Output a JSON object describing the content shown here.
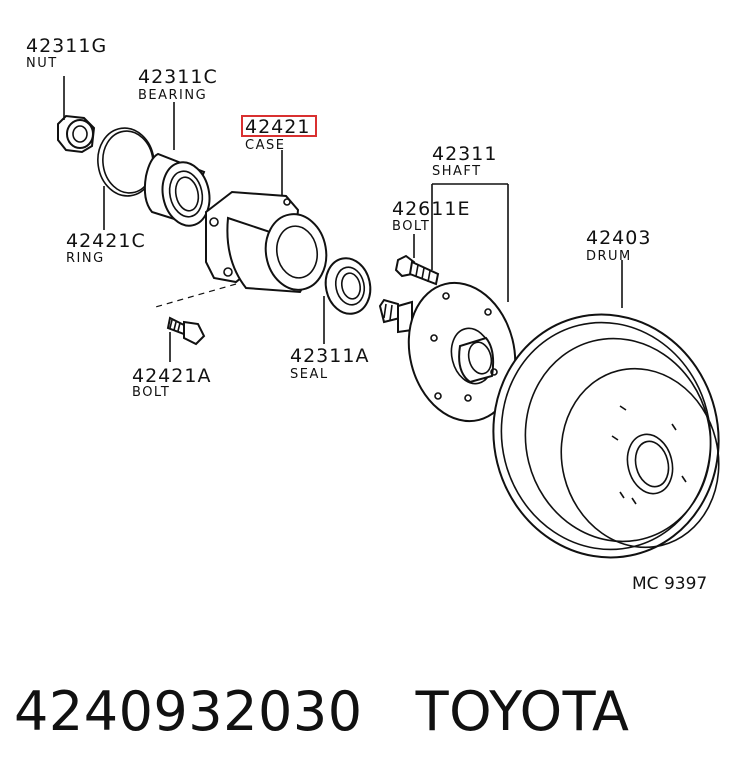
{
  "parts": [
    {
      "id": "nut",
      "number": "42311G",
      "name": "NUT"
    },
    {
      "id": "bearing",
      "number": "42311C",
      "name": "BEARING"
    },
    {
      "id": "case",
      "number": "42421",
      "name": "CASE"
    },
    {
      "id": "ring",
      "number": "42421C",
      "name": "RING"
    },
    {
      "id": "shaft",
      "number": "42311",
      "name": "SHAFT"
    },
    {
      "id": "shaft-bolt",
      "number": "42611E",
      "name": "BOLT"
    },
    {
      "id": "drum",
      "number": "42403",
      "name": "DRUM"
    },
    {
      "id": "seal",
      "number": "42311A",
      "name": "SEAL"
    },
    {
      "id": "case-bolt",
      "number": "42421A",
      "name": "BOLT"
    }
  ],
  "highlight_color": "#d93030",
  "diagram_code": "MC 9397",
  "footer": {
    "part_number": "4240932030",
    "brand": "TOYOTA"
  }
}
